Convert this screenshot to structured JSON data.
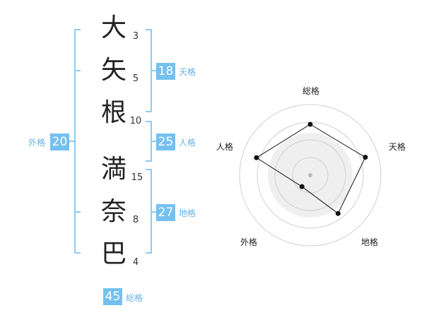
{
  "name": {
    "characters": [
      "大",
      "矢",
      "根",
      "満",
      "奈",
      "巴"
    ],
    "strokes": [
      "3",
      "5",
      "10",
      "15",
      "8",
      "4"
    ]
  },
  "scores": {
    "tenkaku": {
      "value": "18",
      "label": "天格"
    },
    "jinkaku": {
      "value": "25",
      "label": "人格"
    },
    "chikaku": {
      "value": "27",
      "label": "地格"
    },
    "gaikaku": {
      "value": "20",
      "label": "外格"
    },
    "soukaku": {
      "value": "45",
      "label": "総格"
    }
  },
  "radar": {
    "labels": {
      "top": "総格",
      "right": "天格",
      "bottom_right": "地格",
      "bottom_left": "外格",
      "left": "人格"
    },
    "levels": 4,
    "values": {
      "soukaku": 0.72,
      "tenkaku": 0.82,
      "chikaku": 0.67,
      "gaikaku": 0.2,
      "jinkaku": 0.8
    }
  },
  "colors": {
    "accent": "#74c0f0",
    "bracket": "#8fcaf2",
    "label": "#66b3e6",
    "text": "#222222",
    "radar_fill": "#efefef",
    "radar_grid": "#d0d0d0",
    "radar_line": "#111111"
  }
}
